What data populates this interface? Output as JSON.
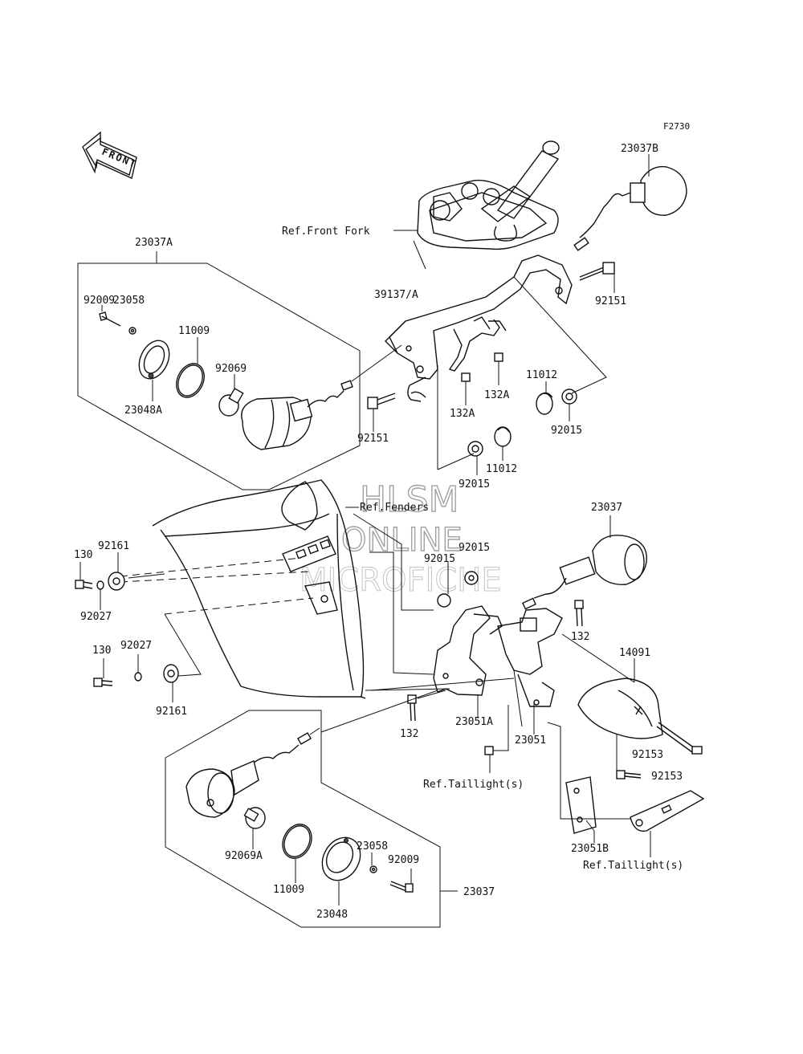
{
  "figure_code": "F2730",
  "front_label": "FRONT",
  "watermark": {
    "line1": "HLSM",
    "line2": "ONLINE",
    "line3": "MICROFICHE"
  },
  "refs": {
    "front_fork": "Ref.Front Fork",
    "fenders": "Ref.Fenders",
    "taillight_1": "Ref.Taillight(s)",
    "taillight_2": "Ref.Taillight(s)"
  },
  "labels": {
    "p23037A": "23037A",
    "p92009_a": "92009",
    "p23058_a": "23058",
    "p11009_a": "11009",
    "p92069": "92069",
    "p23048A": "23048A",
    "p39137A": "39137/A",
    "p23037B": "23037B",
    "p92151_a": "92151",
    "p92151_b": "92151",
    "p11012_a": "11012",
    "p92015_a": "92015",
    "p132A_a": "132A",
    "p132A_b": "132A",
    "p92015_b": "92015",
    "p11012_b": "11012",
    "p130_a": "130",
    "p92161_a": "92161",
    "p92027_a": "92027",
    "p130_b": "130",
    "p92027_b": "92027",
    "p92161_b": "92161",
    "p23037": "23037",
    "p92015_c": "92015",
    "p92015_d": "92015",
    "p132_a": "132",
    "p14091": "14091",
    "p132_b": "132",
    "p23051A": "23051A",
    "p23051": "23051",
    "p92153_a": "92153",
    "p92153_b": "92153",
    "p23051B": "23051B",
    "p92069A": "92069A",
    "p23058_b": "23058",
    "p92009_b": "92009",
    "p11009_b": "11009",
    "p23048": "23048",
    "p23037_b": "23037"
  }
}
